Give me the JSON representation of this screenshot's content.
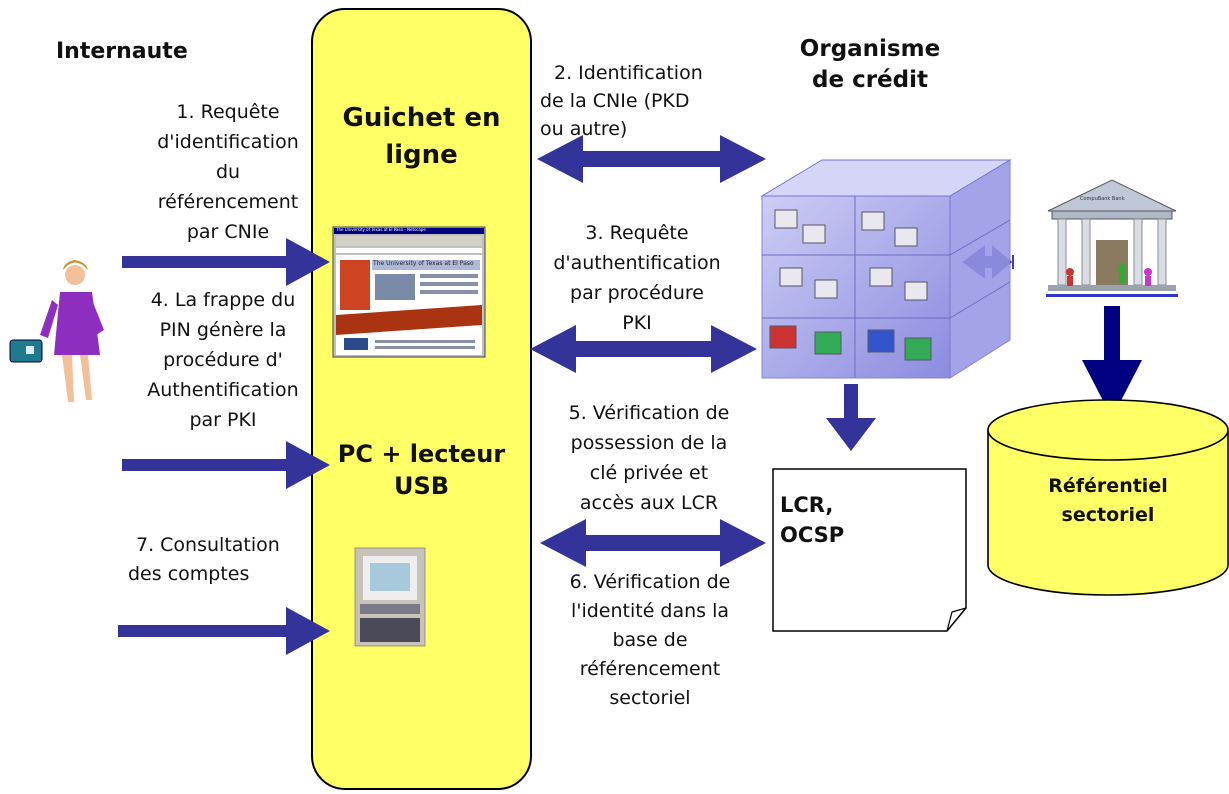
{
  "labels": {
    "internaute": "Internaute",
    "organisme_line1": "Organisme",
    "organisme_line2": "de crédit",
    "guichet_line1": "Guichet en",
    "guichet_line2": "ligne",
    "pc_line1": "PC + lecteur",
    "pc_line2": "USB",
    "lcr_line1": "LCR,",
    "lcr_line2": "OCSP",
    "referentiel_line1": "Référentiel",
    "referentiel_line2": "sectoriel"
  },
  "steps": {
    "step1": [
      "1. Requête",
      "d'identification",
      "du",
      "référencement",
      "par CNIe"
    ],
    "step2": [
      "2. Identification",
      "de la CNIe (PKD",
      "ou autre)"
    ],
    "step3": [
      "3. Requête",
      "d'authentification",
      "par  procédure",
      "PKI"
    ],
    "step4": [
      "4. La frappe du",
      "PIN génère la",
      "procédure d'",
      "Authentification",
      "par PKI"
    ],
    "step5": [
      "5. Vérification de",
      "possession de la",
      "clé privée et",
      "accès aux LCR"
    ],
    "step6": [
      "6. Vérification de",
      "l'identité dans la",
      "base de",
      "référencement",
      "sectoriel"
    ],
    "step7": [
      "7. Consultation",
      "des comptes"
    ]
  },
  "browser_window": {
    "title": "The University of Texas at El Paso - Netscape",
    "headline": "The University of Texas at El Paso"
  },
  "bank_sign": "CompuBank  Bank",
  "colors": {
    "arrow": "#333399",
    "guichet_fill": "#ffff66",
    "cylinder_fill": "#ffff66",
    "cube": "#8f8fe6",
    "bank_arrow": "#000080"
  }
}
